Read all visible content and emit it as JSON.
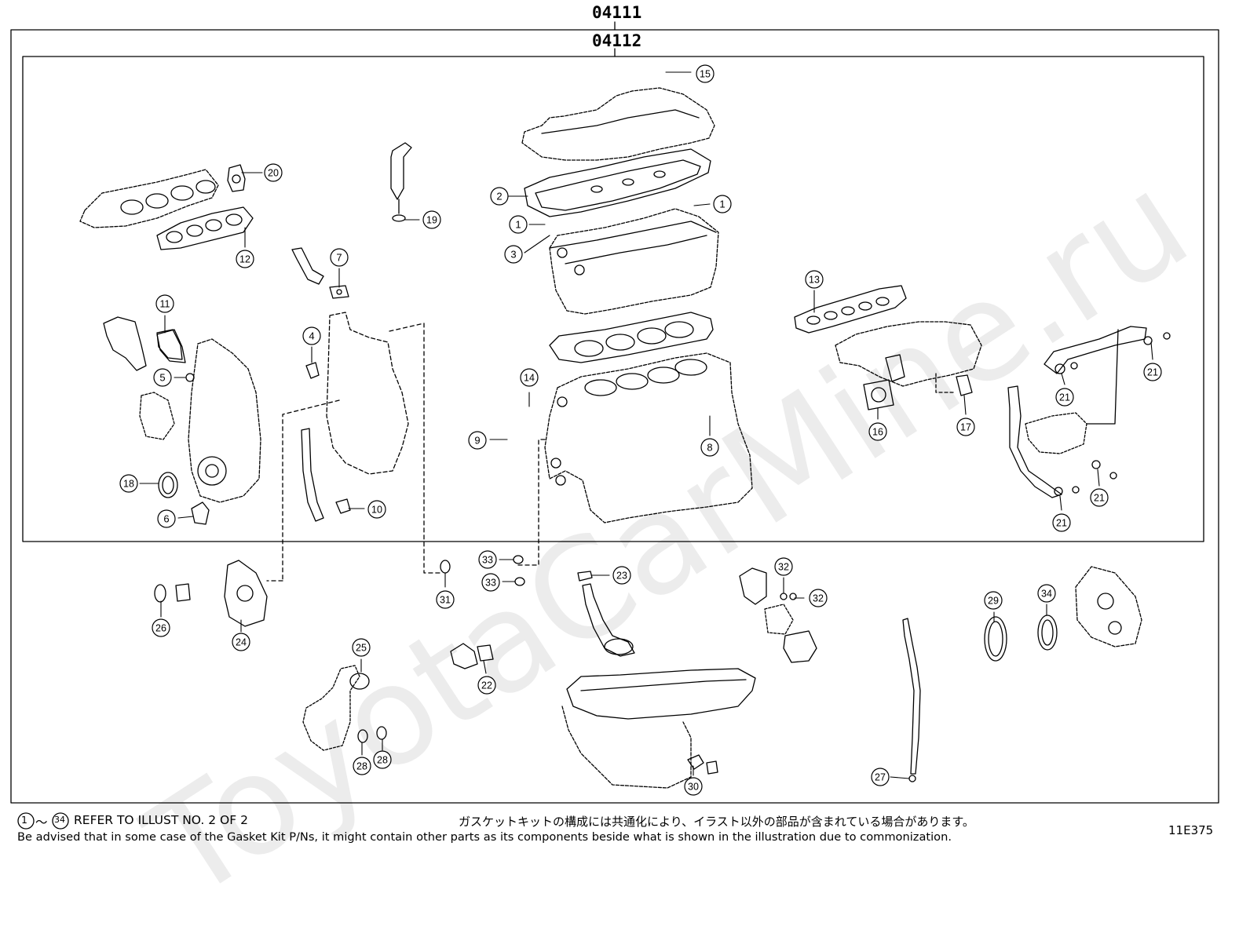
{
  "header": {
    "code_top": "04111",
    "code_inner": "04112"
  },
  "watermark": "ToyotaCarMine.ru",
  "colors": {
    "line": "#000000",
    "background": "#ffffff",
    "watermark": "#bfbfbf"
  },
  "callouts": [
    {
      "id": "c1a",
      "label": "1"
    },
    {
      "id": "c1b",
      "label": "1"
    },
    {
      "id": "c2",
      "label": "2"
    },
    {
      "id": "c3",
      "label": "3"
    },
    {
      "id": "c4",
      "label": "4"
    },
    {
      "id": "c5",
      "label": "5"
    },
    {
      "id": "c6",
      "label": "6"
    },
    {
      "id": "c7",
      "label": "7"
    },
    {
      "id": "c8",
      "label": "8"
    },
    {
      "id": "c9",
      "label": "9"
    },
    {
      "id": "c10",
      "label": "10"
    },
    {
      "id": "c11",
      "label": "11"
    },
    {
      "id": "c12",
      "label": "12"
    },
    {
      "id": "c13",
      "label": "13"
    },
    {
      "id": "c14",
      "label": "14"
    },
    {
      "id": "c15",
      "label": "15"
    },
    {
      "id": "c16",
      "label": "16"
    },
    {
      "id": "c17",
      "label": "17"
    },
    {
      "id": "c18",
      "label": "18"
    },
    {
      "id": "c19",
      "label": "19"
    },
    {
      "id": "c20",
      "label": "20"
    },
    {
      "id": "c21a",
      "label": "21"
    },
    {
      "id": "c21b",
      "label": "21"
    },
    {
      "id": "c21c",
      "label": "21"
    },
    {
      "id": "c21d",
      "label": "21"
    },
    {
      "id": "c22",
      "label": "22"
    },
    {
      "id": "c23",
      "label": "23"
    },
    {
      "id": "c24",
      "label": "24"
    },
    {
      "id": "c25",
      "label": "25"
    },
    {
      "id": "c26",
      "label": "26"
    },
    {
      "id": "c27",
      "label": "27"
    },
    {
      "id": "c28a",
      "label": "28"
    },
    {
      "id": "c28b",
      "label": "28"
    },
    {
      "id": "c29",
      "label": "29"
    },
    {
      "id": "c30",
      "label": "30"
    },
    {
      "id": "c31",
      "label": "31"
    },
    {
      "id": "c32a",
      "label": "32"
    },
    {
      "id": "c32b",
      "label": "32"
    },
    {
      "id": "c33a",
      "label": "33"
    },
    {
      "id": "c33b",
      "label": "33"
    },
    {
      "id": "c34",
      "label": "34"
    }
  ],
  "footer": {
    "range_start": "1",
    "range_sep": "～",
    "range_end": "34",
    "refer_text": "REFER TO ILLUST NO. 2 OF 2",
    "japanese_note": "ガスケットキットの構成には共通化により、イラスト以外の部品が含まれている場合があります。",
    "english_note": "Be advised that in some case of the Gasket Kit P/Ns,  it might contain other parts as its components beside what is shown in the illustration due to commonization.",
    "illustration_code": "11E375"
  }
}
